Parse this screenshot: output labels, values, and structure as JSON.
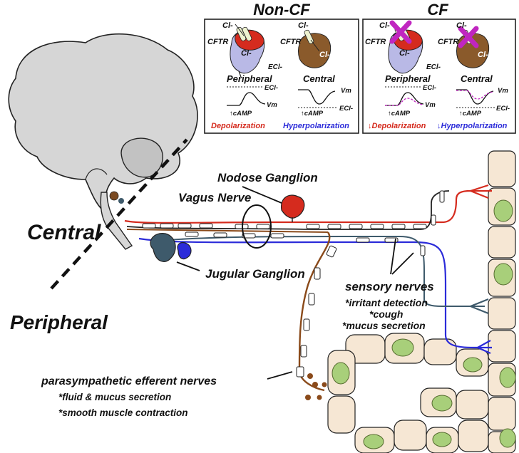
{
  "panels": {
    "non_cf": {
      "title": "Non-CF",
      "cl_left": "Cl-",
      "cl_right": "Cl-",
      "cftr_left": "CFTR",
      "cftr_right": "CFTR",
      "cl_inside_left": "Cl-",
      "cl_inside_right": "Cl-",
      "ecl_label": "ECl-",
      "peripheral_label": "Peripheral",
      "central_label": "Central",
      "ecl_trace_left": "ECl-",
      "vm_left": "Vm",
      "vm_right": "Vm",
      "ecl_trace_right": "ECl-",
      "camp_left": "↑cAMP",
      "camp_right": "↑cAMP",
      "depolarization": "Depolarization",
      "hyperpolarization": "Hyperpolarization"
    },
    "cf": {
      "title": "CF",
      "cl_left": "Cl-",
      "cl_right": "Cl-",
      "cftr_left": "CFTR",
      "cftr_right": "CFTR",
      "cl_inside_left": "Cl-",
      "cl_inside_right": "Cl-",
      "ecl_label": "ECl-",
      "peripheral_label": "Peripheral",
      "central_label": "Central",
      "ecl_trace_left": "ECl-",
      "vm_left": "Vm",
      "vm_right": "Vm",
      "ecl_trace_right": "ECl-",
      "camp_left": "↑cAMP",
      "camp_right": "↑cAMP",
      "depolarization": "↓Depolarization",
      "hyperpolarization": "↓Hyperpolarization"
    }
  },
  "labels": {
    "central": "Central",
    "peripheral": "Peripheral",
    "nodose_ganglion": "Nodose Ganglion",
    "vagus_nerve": "Vagus Nerve",
    "jugular_ganglion": "Jugular Ganglion",
    "sensory_nerves": "sensory nerves",
    "sensory_1": "*irritant detection",
    "sensory_2": "*cough",
    "sensory_3": "*mucus secretion",
    "parasympathetic": "parasympathetic efferent nerves",
    "para_1": "*fluid & mucus secretion",
    "para_2": "*smooth muscle contraction"
  },
  "colors": {
    "nodose": "#d52b1e",
    "jugular_blue": "#2b2bd9",
    "jugular_slate": "#3e5a6b",
    "efferent": "#8a4a1a",
    "cell_fill": "#f6e7d4",
    "nucleus": "#a8cf7a",
    "depol_text": "#d52b1e",
    "hyper_text": "#2b2bd9",
    "brain": "#d6d6d6"
  }
}
